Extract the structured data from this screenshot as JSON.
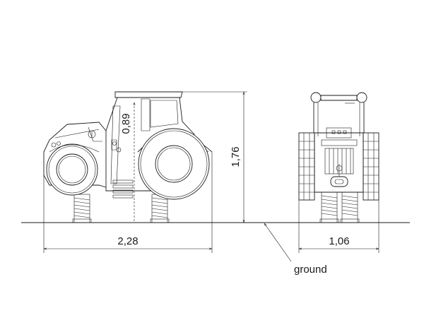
{
  "drawing": {
    "dimensions": {
      "overall_length": "2,28",
      "overall_height": "1,76",
      "seat_height": "0,89",
      "overall_width": "1,06"
    },
    "ground_label": "ground"
  }
}
